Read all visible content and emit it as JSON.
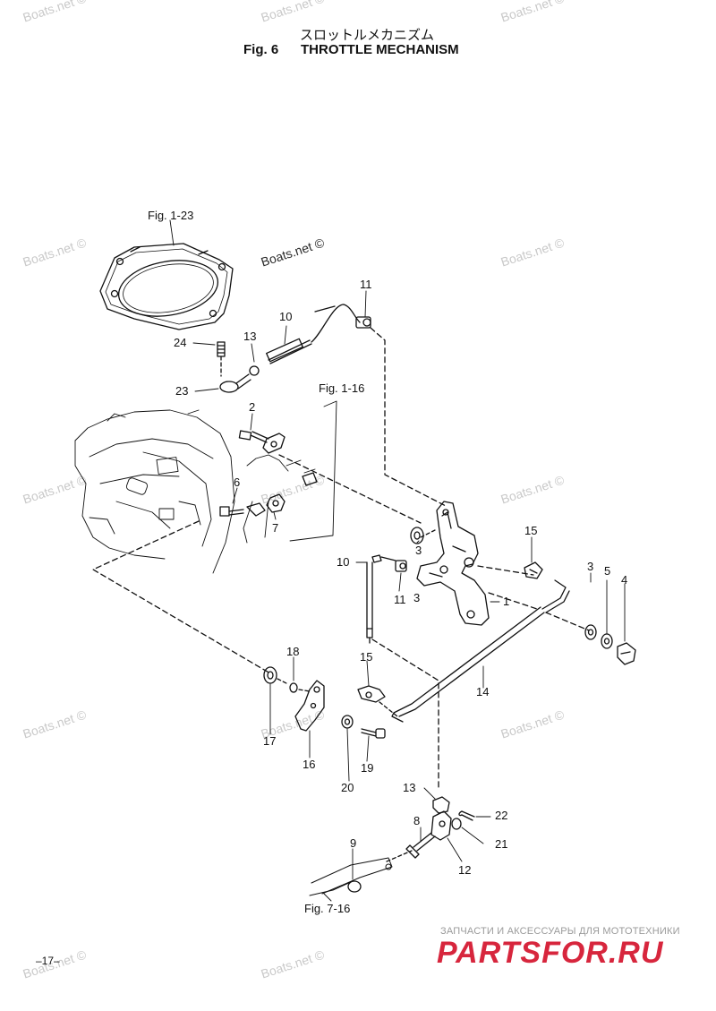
{
  "header": {
    "title_jp": "スロットルメカニズム",
    "fig_label": "Fig. 6",
    "title_en": "THROTTLE MECHANISM"
  },
  "references": {
    "fig_1_23": "Fig. 1-23",
    "fig_1_16": "Fig. 1-16",
    "fig_7_16": "Fig. 7-16"
  },
  "callouts": [
    "1",
    "2",
    "3",
    "3",
    "3",
    "4",
    "5",
    "6",
    "7",
    "8",
    "9",
    "10",
    "10",
    "11",
    "11",
    "12",
    "13",
    "13",
    "14",
    "15",
    "15",
    "16",
    "17",
    "18",
    "19",
    "20",
    "21",
    "22",
    "23",
    "24"
  ],
  "watermark": "Boats.net ©",
  "page_number": "–17–",
  "brand": {
    "tagline": "ЗАПЧАСТИ И АКСЕССУАРЫ ДЛЯ МОТОТЕХНИКИ",
    "logo": "PARTSFOR.RU",
    "color": "#d7263d"
  }
}
